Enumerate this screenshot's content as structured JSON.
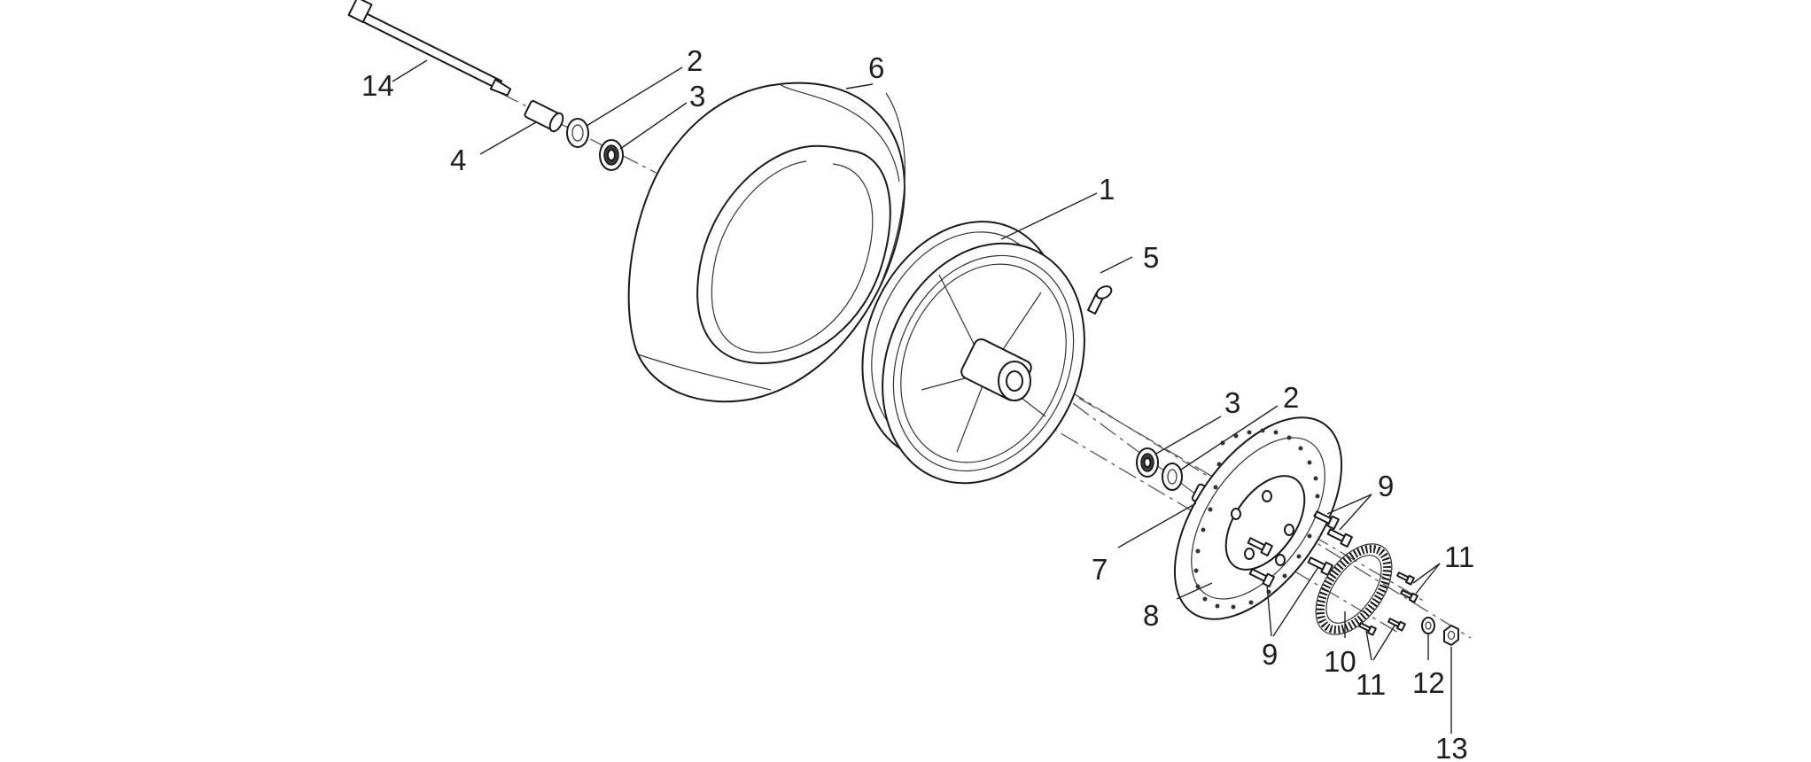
{
  "callouts": {
    "c1": "1",
    "c2a": "2",
    "c2b": "2",
    "c3a": "3",
    "c3b": "3",
    "c4": "4",
    "c5": "5",
    "c6": "6",
    "c7": "7",
    "c8": "8",
    "c9a": "9",
    "c9b": "9",
    "c10": "10",
    "c11a": "11",
    "c11b": "11",
    "c12": "12",
    "c13": "13",
    "c14": "14"
  },
  "colors": {
    "line": "#1a1a1a",
    "background": "#ffffff"
  }
}
